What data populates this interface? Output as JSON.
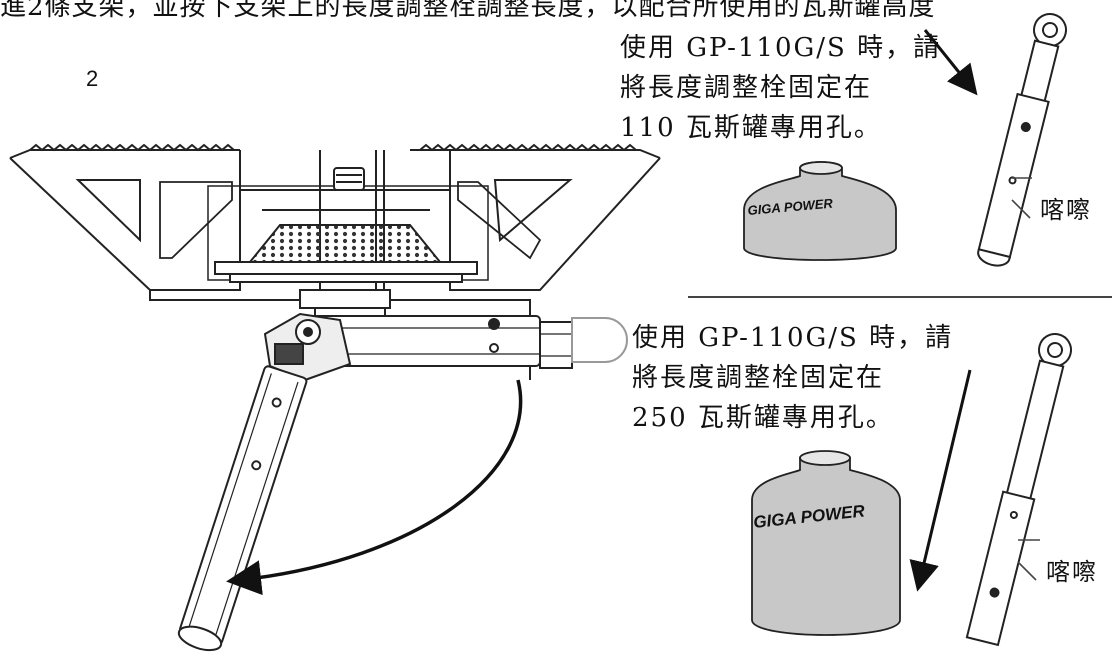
{
  "instructions": {
    "top_line": "進2條支架，並按下支架上的長度調整栓調整長度，以配合所使用的瓦斯罐高度",
    "step_number": "2"
  },
  "notes": [
    {
      "line1": "使用 GP-110G/S 時，請",
      "line2": "將長度調整栓固定在",
      "line3": "110 瓦斯罐專用孔。"
    },
    {
      "line1": "使用 GP-110G/S 時，請",
      "line2": "將長度調整栓固定在",
      "line3": "250 瓦斯罐專用孔。"
    }
  ],
  "sounds": {
    "click_top": "喀嚓",
    "click_bottom": "喀嚓"
  },
  "canisters": {
    "small_label": "GIGA POWER",
    "large_label": "GIGA POWER"
  }
}
